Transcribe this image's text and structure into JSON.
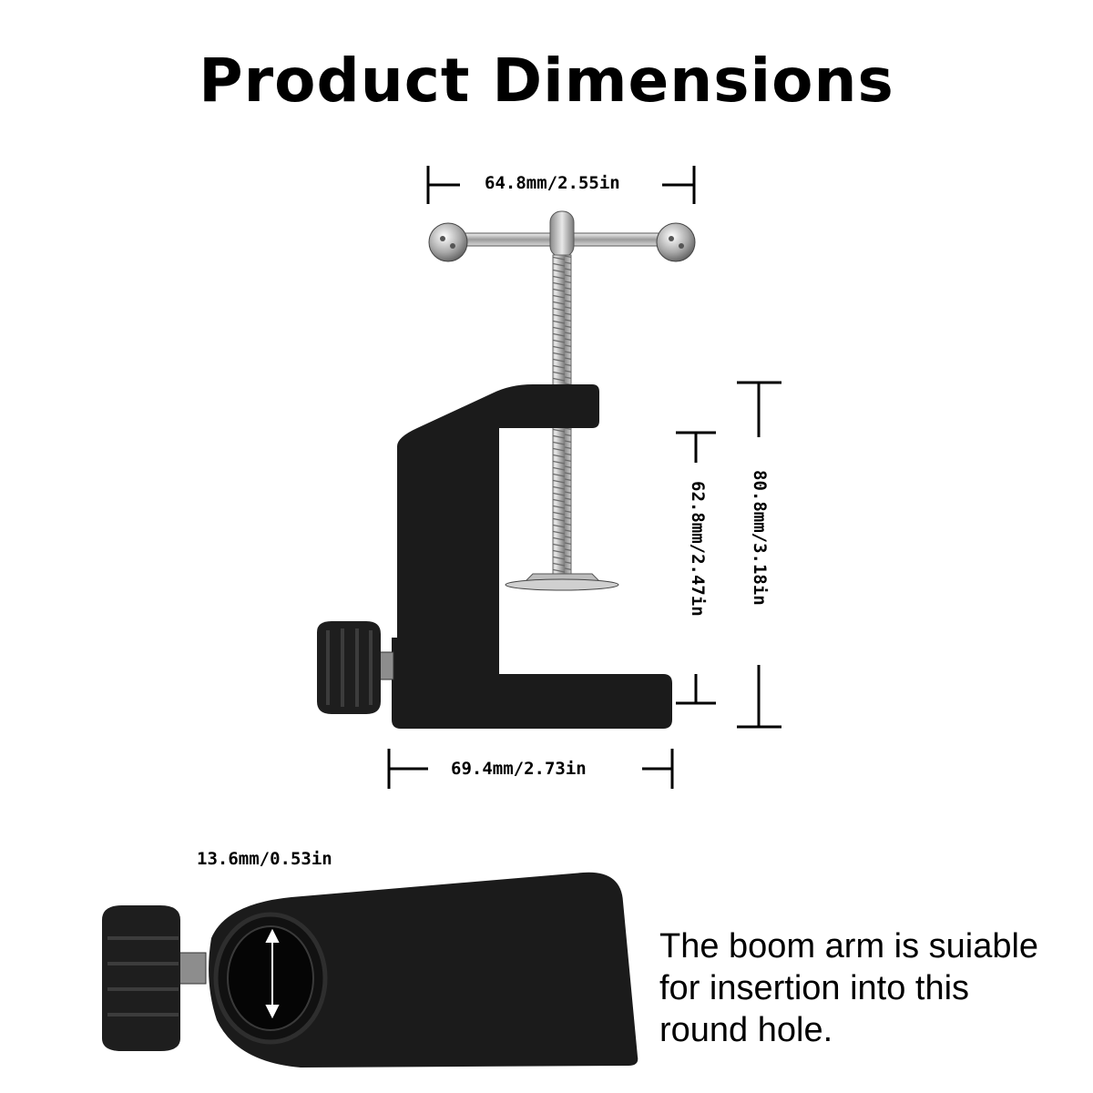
{
  "title": "Product Dimensions",
  "dimensions": {
    "handle_width": "64.8mm/2.55in",
    "base_width": "69.4mm/2.73in",
    "clamp_opening": "62.8mm/2.47in",
    "total_height": "80.8mm/3.18in",
    "hole_diameter": "13.6mm/0.53in"
  },
  "caption": {
    "line1": "The boom arm is suiable",
    "line2": "for insertion into this",
    "line3": "round hole."
  },
  "colors": {
    "clamp_body": "#1b1b1b",
    "metal": "#b9b9b9",
    "text": "#000000"
  }
}
